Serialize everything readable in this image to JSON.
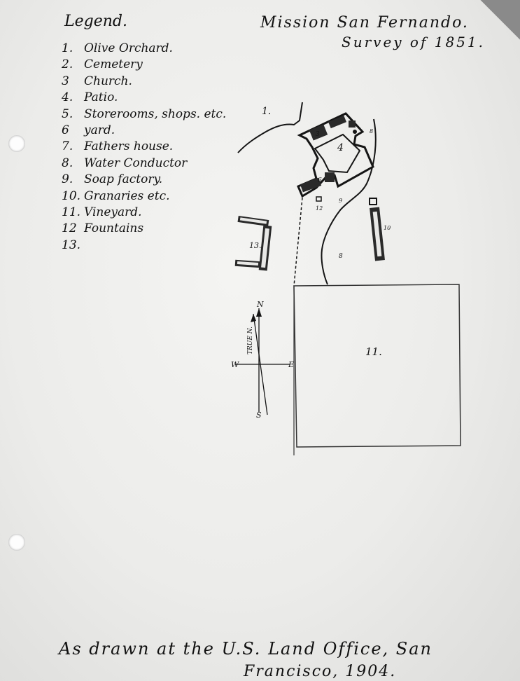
{
  "document": {
    "title": "Mission San Fernando.",
    "subtitle": "Survey of 1851.",
    "legend_title": "Legend.",
    "legend": [
      {
        "num": "1.",
        "label": "Olive Orchard."
      },
      {
        "num": "2.",
        "label": "Cemetery"
      },
      {
        "num": "3",
        "label": "Church."
      },
      {
        "num": "4.",
        "label": "Patio."
      },
      {
        "num": "5.",
        "label": "Storerooms, shops. etc."
      },
      {
        "num": "6",
        "label": "yard."
      },
      {
        "num": "7.",
        "label": "Fathers house."
      },
      {
        "num": "8.",
        "label": "Water Conductor"
      },
      {
        "num": "9.",
        "label": "Soap factory."
      },
      {
        "num": "10.",
        "label": "Granaries etc."
      },
      {
        "num": "11.",
        "label": "Vineyard."
      },
      {
        "num": "12",
        "label": "Fountains"
      },
      {
        "num": "13.",
        "label": ""
      }
    ],
    "footer_line1": "As drawn at the U.S. Land Office, San",
    "footer_line2": "Francisco, 1904."
  },
  "map": {
    "labels": {
      "orchard": "1.",
      "church": "3",
      "patio": "4",
      "yard": "6",
      "fountain": "12",
      "water_conductor": "8",
      "granaries": "10",
      "soap_factory": "9",
      "building_13": "13.",
      "vineyard": "11."
    },
    "compass": {
      "north": "N",
      "south": "S",
      "east": "E",
      "west": "W",
      "true_north": "TRUE N."
    }
  },
  "colors": {
    "paper": "#ececea",
    "ink": "#151515"
  }
}
